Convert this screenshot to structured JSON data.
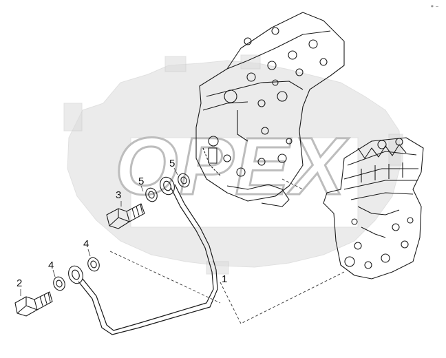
{
  "watermark": {
    "text": "OPEX",
    "color": "#d2d2d2"
  },
  "corner_mark": "⌘ —",
  "callouts": [
    {
      "id": "c1",
      "label": "1"
    },
    {
      "id": "c2",
      "label": "2"
    },
    {
      "id": "c3",
      "label": "3"
    },
    {
      "id": "c4a",
      "label": "4"
    },
    {
      "id": "c4b",
      "label": "4"
    },
    {
      "id": "c5a",
      "label": "5"
    },
    {
      "id": "c5b",
      "label": "5"
    }
  ],
  "colors": {
    "line": "#1a1a1a",
    "leader": "#333333"
  }
}
